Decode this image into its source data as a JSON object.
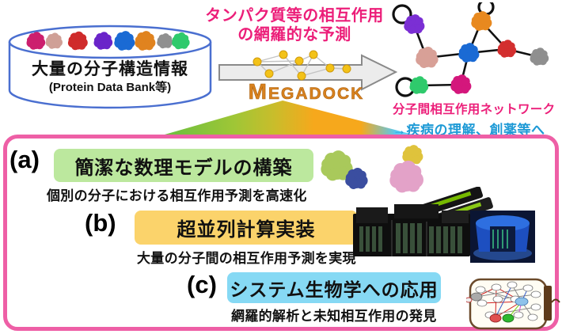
{
  "database": {
    "title": "大量の分子構造情報",
    "subtitle": "(Protein Data Bank等)",
    "protein_colors": [
      "#cc1f6e",
      "#cfa097",
      "#cf2b2b",
      "#6a24c9",
      "#1a6ad4",
      "#e0831f",
      "#909090",
      "#2fca6c"
    ]
  },
  "prediction_caption": {
    "line1": "タンパク質等の相互作用",
    "line2": "の網羅的な予測"
  },
  "engine": {
    "name": "MEGADOCK"
  },
  "result_caption": {
    "line1": "分子間相互作用ネットワーク",
    "line2": "→疾病の理解、創薬等へ"
  },
  "interaction_network": {
    "nodes": [
      {
        "id": "purple",
        "color": "#7b2fd4"
      },
      {
        "id": "orange",
        "color": "#e8891f"
      },
      {
        "id": "rosy",
        "color": "#d8a097"
      },
      {
        "id": "blue",
        "color": "#1a6ad4"
      },
      {
        "id": "red",
        "color": "#d32f2f"
      },
      {
        "id": "gray",
        "color": "#8f8f8f"
      },
      {
        "id": "green",
        "color": "#2fca6c"
      },
      {
        "id": "magenta",
        "color": "#d4177c"
      }
    ],
    "edges": [
      [
        "purple",
        "rosy"
      ],
      [
        "rosy",
        "blue"
      ],
      [
        "blue",
        "orange"
      ],
      [
        "blue",
        "red"
      ],
      [
        "orange",
        "red"
      ],
      [
        "red",
        "gray"
      ],
      [
        "blue",
        "magenta"
      ],
      [
        "magenta",
        "green"
      ]
    ],
    "self_loops": [
      "purple",
      "orange",
      "green"
    ]
  },
  "features": [
    {
      "id": "(a)",
      "title": "簡潔な数理モデルの構築",
      "caption": "個別の分子における相互作用予測を高速化",
      "highlight": "#BCE89E",
      "graphic_colors": [
        "#a9c95b",
        "#3b4ea0",
        "#dfc33c",
        "#e3a2c8"
      ]
    },
    {
      "id": "(b)",
      "title": "超並列計算実装",
      "caption": "大量の分子間の相互作用予測を実現",
      "highlight": "#FBD36B"
    },
    {
      "id": "(c)",
      "title": "システム生物学への応用",
      "caption": "網羅的解析と未知相互作用の発見",
      "highlight": "#86D9F4"
    }
  ],
  "colors": {
    "panel_border": "#EE5FA6",
    "accent_pink": "#EC1E79",
    "accent_blue": "#1E9AD6",
    "engine_orange": "#D9821E",
    "cylinder_stroke": "#4a6fd0"
  }
}
